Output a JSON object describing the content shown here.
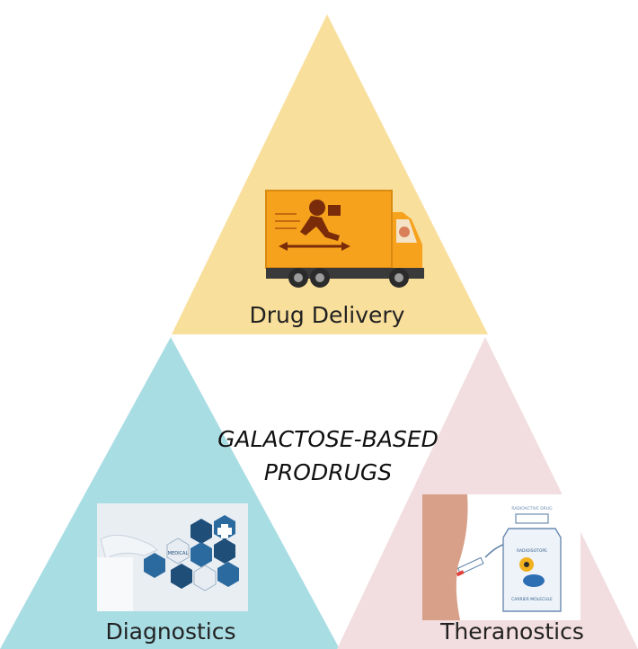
{
  "diagram": {
    "center_title": {
      "line1": "GALACTOSE-BASED",
      "line2": "PRODRUGS"
    },
    "sections": [
      {
        "id": "drug-delivery",
        "label": "Drug Delivery",
        "color": "#f9df9c",
        "illustration": "delivery-truck-icon"
      },
      {
        "id": "diagnostics",
        "label": "Diagnostics",
        "color": "#a9dde4",
        "illustration": "medical-hexagon-icon"
      },
      {
        "id": "theranostics",
        "label": "Theranostics",
        "color": "#f2dee0",
        "illustration": "radioactive-drug-icon"
      }
    ],
    "theranostics_bottle": {
      "header": "RADIOACTIVE DRUG",
      "top_label": "RADIOISOTOPE",
      "bottom_label": "CARRIER MOLECULE"
    },
    "diagnostics_tag": "MEDICAL"
  }
}
